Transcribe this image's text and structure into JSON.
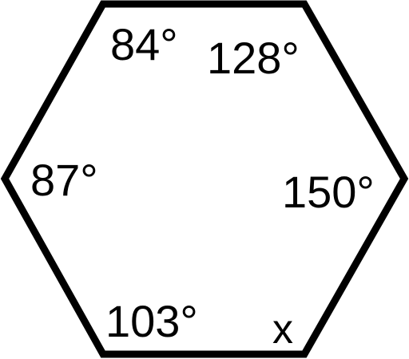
{
  "diagram": {
    "shape": "hexagon",
    "stroke_color": "#000000",
    "fill_color": "#ffffff",
    "angles": {
      "top_left": "84°",
      "top_right": "128°",
      "left": "87°",
      "right": "150°",
      "bottom_left": "103°",
      "bottom_right": "x"
    }
  }
}
